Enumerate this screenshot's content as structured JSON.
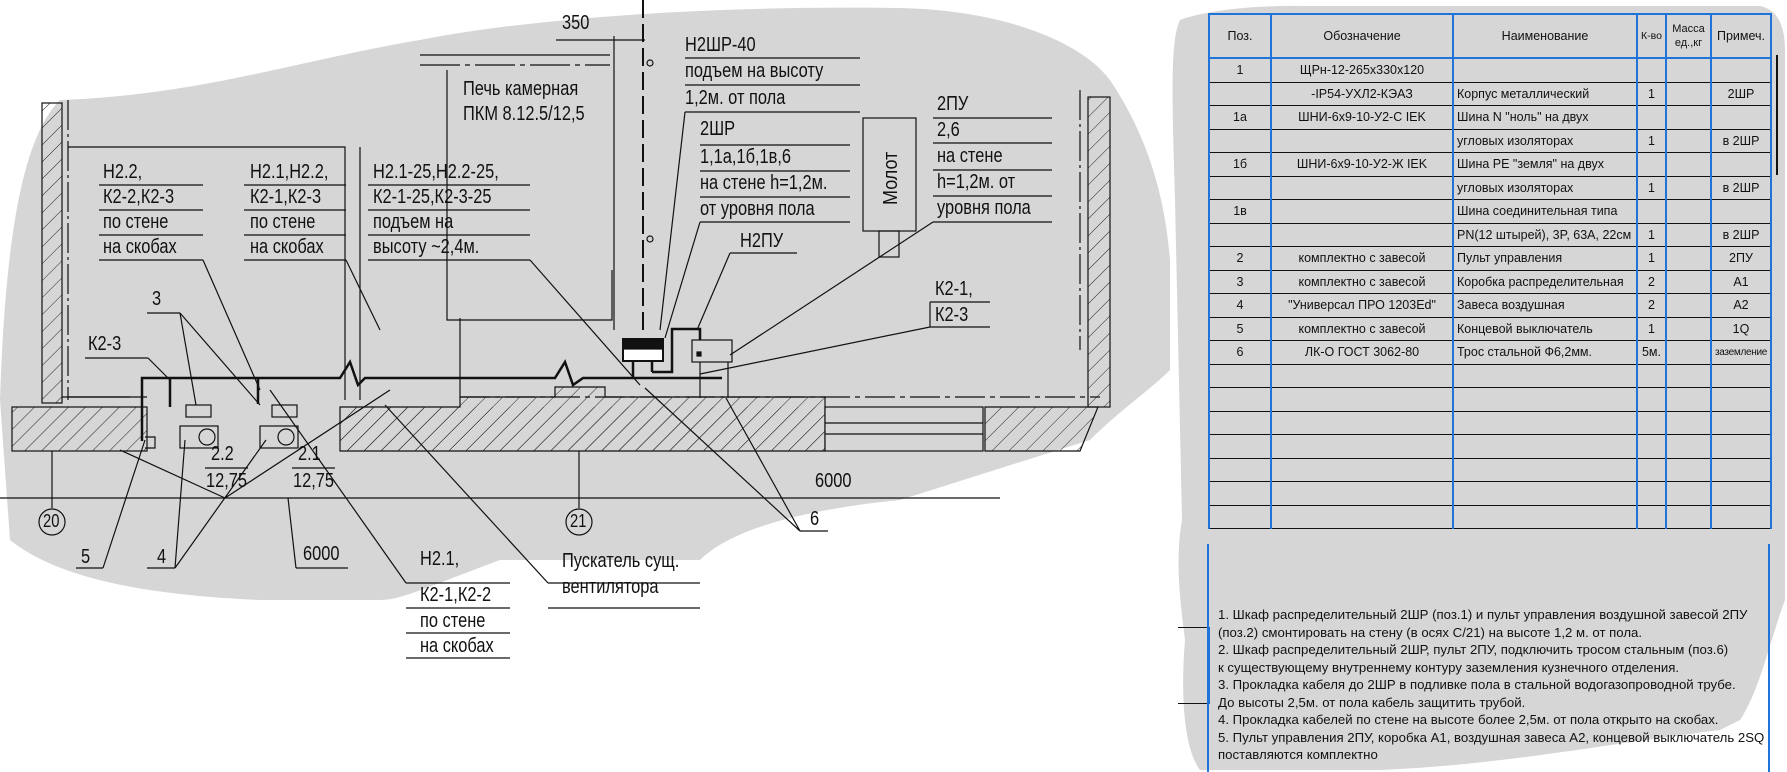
{
  "drawing": {
    "dimension_top": "350",
    "furnace": {
      "line1": "Печь камерная",
      "line2": "ПКМ 8.12.5/12,5"
    },
    "hammer": "Молот",
    "callouts": {
      "h2shr": [
        "Н2ШР-40",
        "подъем на высоту",
        "1,2м. от пола"
      ],
      "shr2": [
        "2ШР",
        "1,1а,1б,1в,6",
        "на стене h=1,2м.",
        "от уровня пола"
      ],
      "pu2": [
        "2ПУ",
        "2,6",
        "на стене",
        "h=1,2м. от",
        "уровня пола"
      ],
      "h2pu": [
        "Н2ПУ"
      ],
      "k21_k23": [
        "К2-1,",
        "К2-3"
      ],
      "left1": [
        "Н2.2,",
        "К2-2,К2-3",
        "по стене",
        "на скобах"
      ],
      "left2": [
        "Н2.1,Н2.2,",
        "К2-1,К2-3",
        "по стене",
        "на скобах"
      ],
      "left3": [
        "Н2.1-25,Н2.2-25,",
        "К2-1-25,К2-3-25",
        "подъем на",
        "высоту ~2,4м."
      ],
      "k23": [
        "К2-3"
      ],
      "pos3": "3",
      "bottom_h21": [
        "Н2.1,",
        "К2-1,К2-2",
        "по стене",
        "на скобах"
      ],
      "starter": [
        "Пускатель сущ.",
        "вентилятора"
      ],
      "pos5": "5",
      "pos4": "4",
      "pos6": "6",
      "dim6000a": "6000",
      "dim6000b": "6000"
    },
    "curtain_a": {
      "num": "2.2",
      "den": "12,75"
    },
    "curtain_b": {
      "num": "2.1",
      "den": "12,75"
    },
    "axis_20": "20",
    "axis_21": "21"
  },
  "spec_table": {
    "headers": [
      "Поз.",
      "Обозначение",
      "Наименование",
      "К-во",
      "Масса ед.,кг",
      "Примеч."
    ],
    "rows": [
      [
        "1",
        "ЩРн-12-265х330х120",
        "",
        "",
        "",
        ""
      ],
      [
        "",
        "-IP54-УХЛ2-КЭАЗ",
        "Корпус металлический",
        "1",
        "",
        "2ШР"
      ],
      [
        "1а",
        "ШНИ-6х9-10-У2-С IEK",
        "Шина N \"ноль\" на двух",
        "",
        "",
        ""
      ],
      [
        "",
        "",
        "угловых изоляторах",
        "1",
        "",
        "в 2ШР"
      ],
      [
        "1б",
        "ШНИ-6х9-10-У2-Ж IEK",
        "Шина PE \"земля\" на двух",
        "",
        "",
        ""
      ],
      [
        "",
        "",
        "угловых изоляторах",
        "1",
        "",
        "в 2ШР"
      ],
      [
        "1в",
        "",
        "Шина соединительная типа",
        "",
        "",
        ""
      ],
      [
        "",
        "",
        "PN(12 штырей), 3P, 63A, 22см",
        "1",
        "",
        "в 2ШР"
      ],
      [
        "2",
        "комплектно с завесой",
        "Пульт управления",
        "1",
        "",
        "2ПУ"
      ],
      [
        "3",
        "комплектно с завесой",
        "Коробка распределительная",
        "2",
        "",
        "А1"
      ],
      [
        "4",
        "\"Универсал ПРО 1203Ed\"",
        "Завеса воздушная",
        "2",
        "",
        "А2"
      ],
      [
        "5",
        "комплектно с завесой",
        "Концевой выключатель",
        "1",
        "",
        "1Q"
      ],
      [
        "6",
        "ЛК-О ГОСТ 3062-80",
        "Трос стальной Ф6,2мм.",
        "5м.",
        "",
        "заземление"
      ]
    ],
    "empty_rows": 7
  },
  "notes": [
    "1. Шкаф распределительный 2ШР (поз.1) и пульт управления воздушной завесой 2ПУ",
    "(поз.2) смонтировать на стену (в осях С/21) на высоте 1,2 м. от пола.",
    "2. Шкаф распределительный 2ШР, пульт 2ПУ, подключить тросом стальным (поз.6)",
    "к существующему внутреннему контуру заземления кузнечного отделения.",
    "3. Прокладка кабеля до 2ШР в подливке пола в стальной водогазопроводной трубе.",
    "До высоты 2,5м. от пола кабель защитить трубой.",
    "4. Прокладка кабелей по стене на высоте более 2,5м. от пола открыто на скобах.",
    "5. Пульт управления 2ПУ, коробка А1, воздушная завеса А2, концевой выключатель 2SQ",
    "поставляются комплектно"
  ],
  "colors": {
    "paper": "#d6d6d6",
    "ink": "#111111",
    "table_border": "#1e74d8"
  }
}
